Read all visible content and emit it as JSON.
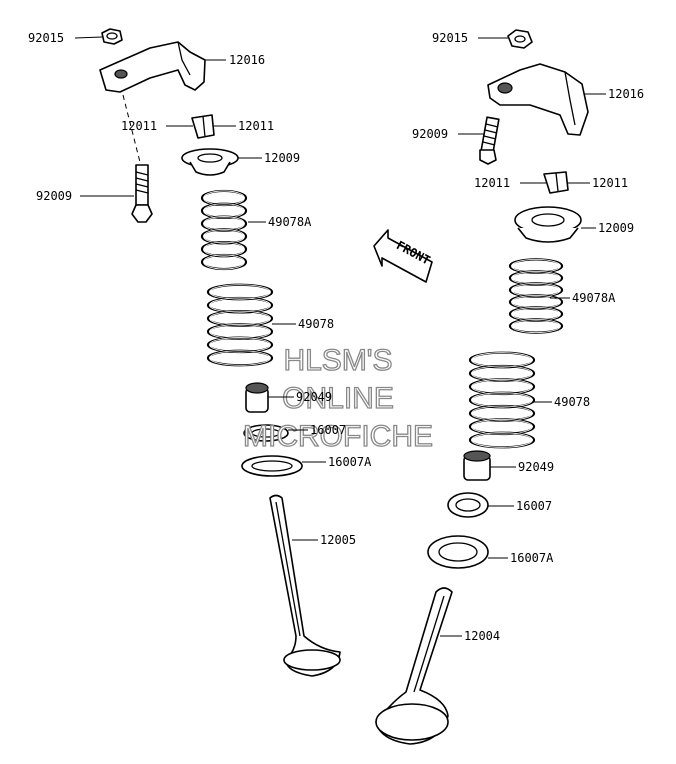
{
  "labels": {
    "l_92015": "92015",
    "l_12016": "12016",
    "l_12011a": "12011",
    "l_12011b": "12011",
    "l_12009": "12009",
    "l_92009": "92009",
    "l_49078A": "49078A",
    "l_49078": "49078",
    "l_92049": "92049",
    "l_16007": "16007",
    "l_16007A": "16007A",
    "l_12005": "12005",
    "r_92015": "92015",
    "r_12016": "12016",
    "r_92009": "92009",
    "r_12011a": "12011",
    "r_12011b": "12011",
    "r_12009": "12009",
    "r_49078A": "49078A",
    "r_49078": "49078",
    "r_92049": "92049",
    "r_16007": "16007",
    "r_16007A": "16007A",
    "r_12004": "12004"
  },
  "front_arrow": "FRONT",
  "watermark": {
    "line1": "HLSM'S",
    "line2": "ONLINE",
    "line3": "MICROFICHE"
  }
}
